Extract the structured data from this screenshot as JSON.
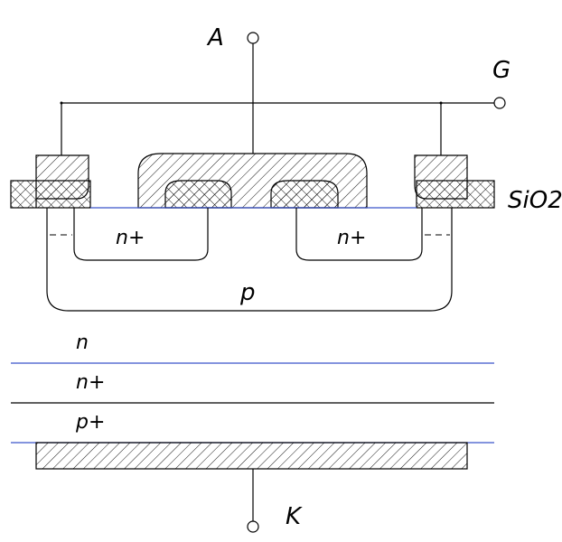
{
  "terminals": {
    "anode": "A",
    "gate": "G",
    "cathode": "K"
  },
  "layers": {
    "oxide": "SiO2",
    "n_plus_left": "n+",
    "n_plus_right": "n+",
    "p_well": "p",
    "n_drift": "n",
    "n_plus_buffer": "n+",
    "p_plus_substrate": "p+"
  },
  "colors": {
    "line": "#000000",
    "layer_boundary": "#3b55c9",
    "background": "#ffffff"
  }
}
